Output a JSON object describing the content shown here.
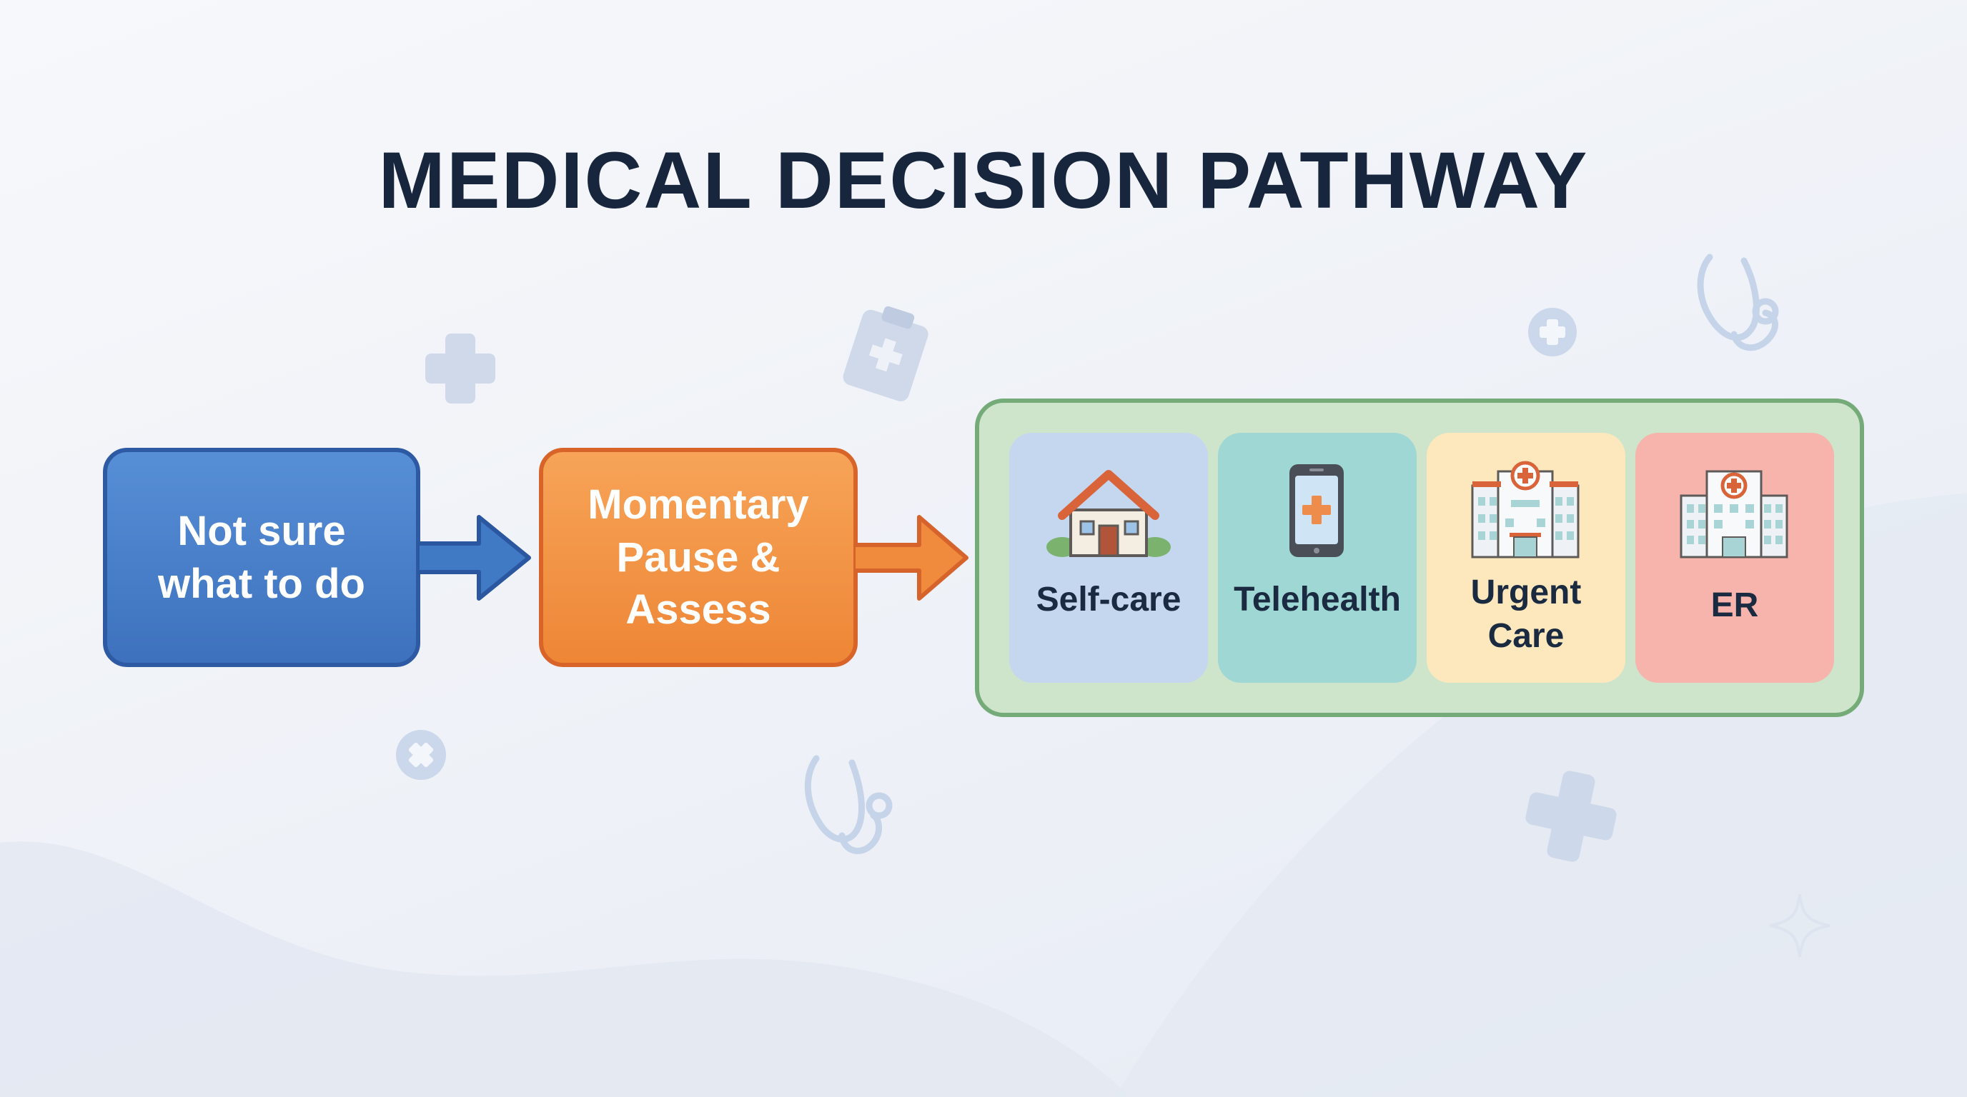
{
  "title": "MEDICAL DECISION PATHWAY",
  "steps": [
    {
      "label": "Not sure\nwhat to do",
      "color": "#4a80ca"
    },
    {
      "label": "Momentary\nPause &\nAssess",
      "color": "#f08f3f"
    }
  ],
  "options": [
    {
      "label": "Self-care",
      "icon": "house-icon",
      "color": "#c4d7ef"
    },
    {
      "label": "Telehealth",
      "icon": "smartphone-medical-icon",
      "color": "#9fd7d4"
    },
    {
      "label": "Urgent\nCare",
      "icon": "clinic-building-icon",
      "color": "#fde8bd"
    },
    {
      "label": "ER",
      "icon": "hospital-icon",
      "color": "#f6b4ad"
    }
  ],
  "options_border_color": "#74ab78",
  "options_background_color": "#cfe5cb"
}
